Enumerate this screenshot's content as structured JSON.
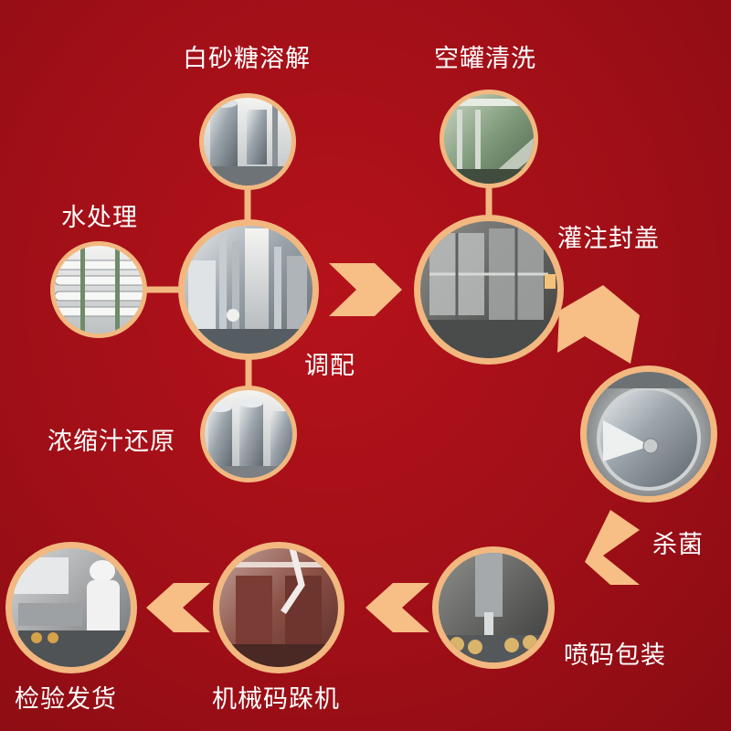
{
  "diagram": {
    "steps": {
      "sugar_dissolve": "白砂糖溶解",
      "can_wash": "空罐清洗",
      "water_treatment": "水处理",
      "filling_capping": "灌注封盖",
      "blending": "调配",
      "concentrate_restore": "浓缩汁还原",
      "sterilize": "杀菌",
      "coding_packing": "喷码包装",
      "inspect_ship": "检验发货",
      "robot_palletizer": "机械码跺机"
    },
    "colors": {
      "background": "#a00f17",
      "ring": "#f2b880",
      "arrow": "#f7be86",
      "text": "#ffffff"
    }
  }
}
